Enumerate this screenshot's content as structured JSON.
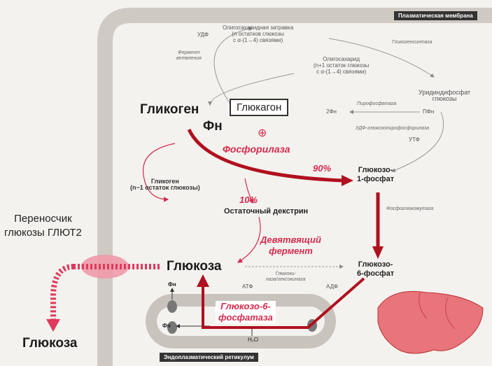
{
  "membrane_label": "Плазматическая мембрана",
  "er_label": "Эндоплазматический ретикулум",
  "glycogen": "Гликоген",
  "glucagon": "Глюкагон",
  "phi_n": "Фн",
  "plus": "⊕",
  "phosphorylase": "Фосфорилаза",
  "pct_90": "90%",
  "pct_10": "10%",
  "g1p": [
    "Глюкозо-",
    "1-фосфат"
  ],
  "g6p": [
    "Глюкозо-",
    "6-фосфат"
  ],
  "glycogen_n1": [
    "Гликоген",
    "(n−1 остаток глюкозы)"
  ],
  "residual_dextrin": "Остаточный декстрин",
  "debranching": [
    "Девятвящий",
    "фермент"
  ],
  "glucose": "Глюкоза",
  "glucose_out": "Глюкоза",
  "transporter": [
    "Переносчик",
    "глюкозы ГЛЮТ2"
  ],
  "g6pase": [
    "Глюкозо-6-",
    "фосфатаза"
  ],
  "phosphoglucomutase": "Фосфоглюкомутаза",
  "oligo_primer": [
    "Олигосахаридная затравка",
    "(n остатков глюкозы",
    "с α-(1→4) связями)"
  ],
  "oligo_n1": [
    "Олигосахарид",
    "(n+1 остаток глюкозы",
    "с α-(1→4) связями)"
  ],
  "udp": "УДФ",
  "enzyme_left": [
    "Фермент",
    "ветвления"
  ],
  "glycogen_synthase": "Гликогенсинтаза",
  "udp_glucose": [
    "Уридиндифосфат",
    "глюкозы"
  ],
  "pyrophosphatase": "Пирофосфатаза",
  "pf_left": "2Фн",
  "pf_right": "ПФн",
  "udp_pyrophosphorylase": "УДФ-глюкозопирофосфорилаза",
  "utp": "УТФ",
  "atp": "АТФ",
  "adp": "АДФ",
  "glucokinase": [
    "Глюкоки-",
    "наза/гексокиназа"
  ],
  "phi_er": "Фн",
  "phi_er2": "Фн",
  "h2o": "H₂O"
}
